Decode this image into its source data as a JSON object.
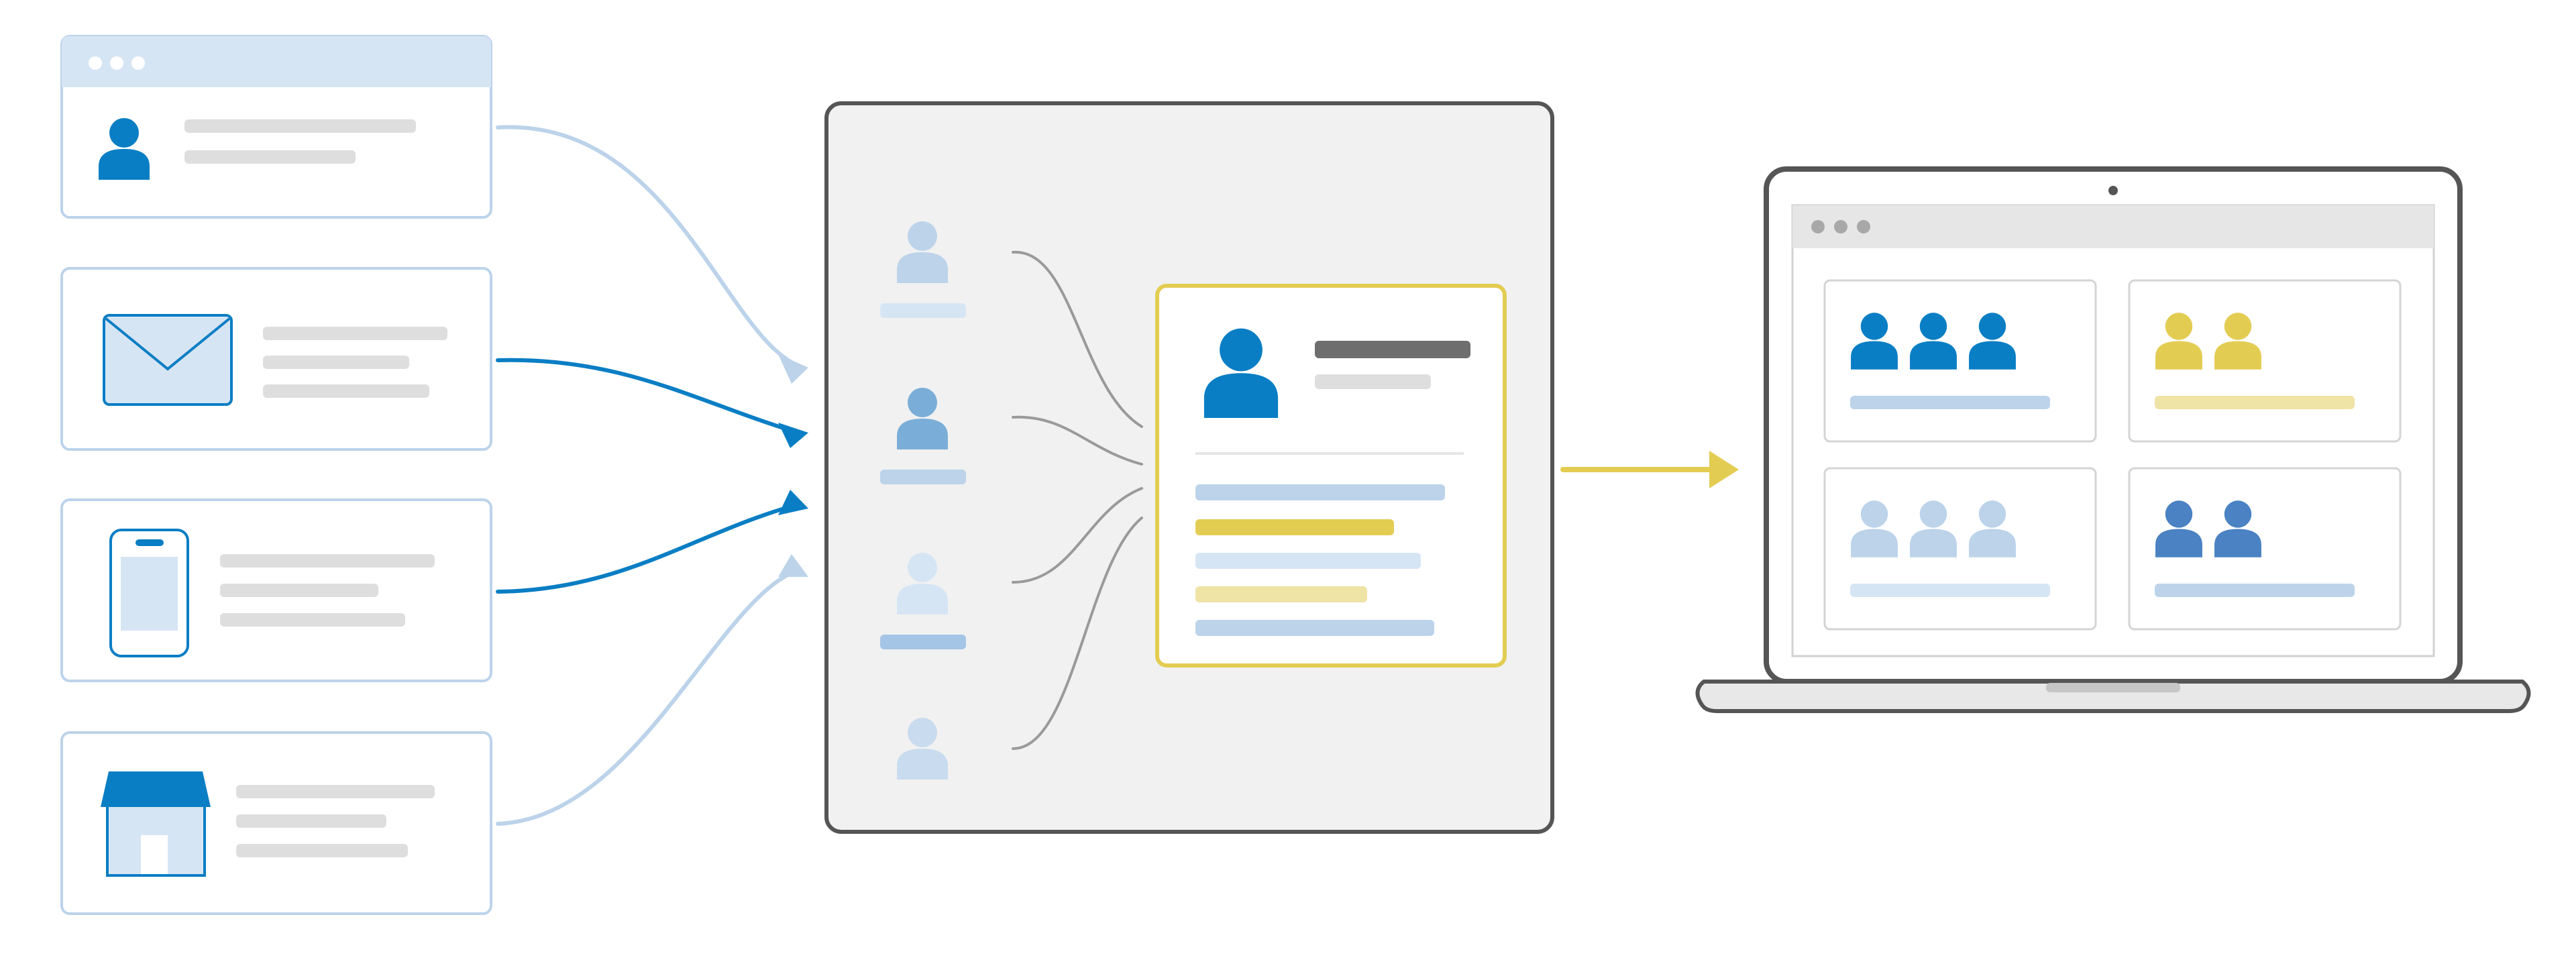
{
  "colors": {
    "blue": "#0a7ec4",
    "blue_mid": "#7aaed8",
    "blue_light": "#bcd3ea",
    "blue_pale": "#d6e5f4",
    "gray_line": "#dedede",
    "gray_dark": "#6e6e6e",
    "gray_frame": "#555555",
    "yellow": "#e3cc52",
    "yellow_pale": "#efe3a6",
    "panel_bg": "#f1f1f1"
  },
  "sources": [
    {
      "icon": "user-icon",
      "kind": "web-profile"
    },
    {
      "icon": "envelope-icon",
      "kind": "email"
    },
    {
      "icon": "mobile-phone-icon",
      "kind": "mobile"
    },
    {
      "icon": "store-icon",
      "kind": "store"
    }
  ],
  "hub": {
    "profiles": [
      {
        "icon": "user-icon",
        "color": "#bcd3ea"
      },
      {
        "icon": "user-icon",
        "color": "#7aaed8"
      },
      {
        "icon": "user-icon",
        "color": "#d6e5f4"
      },
      {
        "icon": "user-icon",
        "color": "#c9dbee"
      }
    ],
    "unified_profile": {
      "icon": "user-icon",
      "color": "#0a7ec4"
    }
  },
  "laptop": {
    "segments": [
      {
        "count": 3,
        "color": "#0a7ec4",
        "bar_color": "#bcd3ea"
      },
      {
        "count": 2,
        "color": "#e3cc52",
        "bar_color": "#efe3a6"
      },
      {
        "count": 3,
        "color": "#bcd3ea",
        "bar_color": "#d6e5f4"
      },
      {
        "count": 2,
        "color": "#4a82c3",
        "bar_color": "#bcd3ea"
      }
    ]
  }
}
